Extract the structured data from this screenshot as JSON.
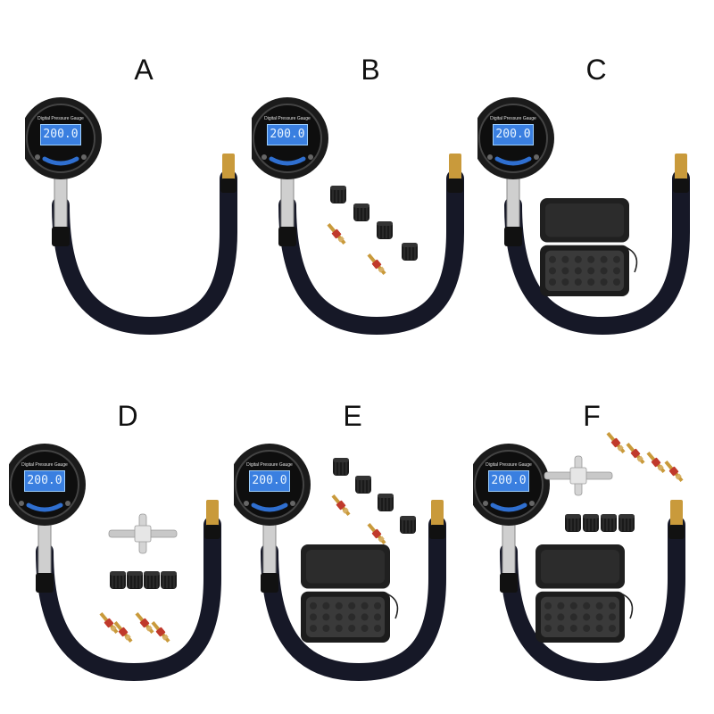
{
  "panels": [
    {
      "label": "A",
      "reading": "200.0",
      "gauge_title": "Digital Pressure Gauge",
      "caps": false,
      "cores": false,
      "case": false,
      "tool": false
    },
    {
      "label": "B",
      "reading": "200.0",
      "gauge_title": "Digital Pressure Gauge",
      "caps": true,
      "cores": true,
      "case": false,
      "tool": false
    },
    {
      "label": "C",
      "reading": "200.0",
      "gauge_title": "Digital Pressure Gauge",
      "caps": false,
      "cores": false,
      "case": true,
      "tool": false
    },
    {
      "label": "D",
      "reading": "200.0",
      "gauge_title": "Digital Pressure Gauge",
      "caps": true,
      "cores": true,
      "case": false,
      "tool": true
    },
    {
      "label": "E",
      "reading": "200.0",
      "gauge_title": "Digital Pressure Gauge",
      "caps": true,
      "cores": true,
      "case": true,
      "tool": false
    },
    {
      "label": "F",
      "reading": "200.0",
      "gauge_title": "Digital Pressure Gauge",
      "caps": true,
      "cores": true,
      "case": true,
      "tool": true
    }
  ],
  "colors": {
    "hose": "#161827",
    "gauge_body": "#1b1b1b",
    "screen": "#3a7fe0",
    "brass": "#c99a3b",
    "core_red": "#c0392b"
  }
}
